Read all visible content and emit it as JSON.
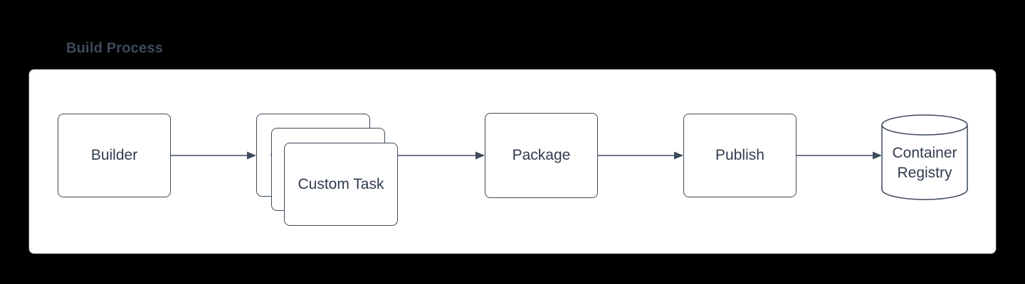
{
  "title": "Build Process",
  "colors": {
    "page_bg": "#000000",
    "panel_bg": "#ffffff",
    "stroke": "#3e4a5b",
    "text": "#2f3b4d",
    "title_color": "#3f4a5a",
    "connector": "#3e4a5b"
  },
  "nodes": {
    "builder": {
      "label": "Builder"
    },
    "custom_task": {
      "label": "Custom Task",
      "stack_count": 3
    },
    "package": {
      "label": "Package"
    },
    "publish": {
      "label": "Publish"
    },
    "container_registry": {
      "label": "Container Registry"
    }
  },
  "connectors": [
    {
      "from": "builder",
      "to": "custom_task"
    },
    {
      "from": "custom_task",
      "to": "package"
    },
    {
      "from": "package",
      "to": "publish"
    },
    {
      "from": "publish",
      "to": "container_registry"
    }
  ]
}
